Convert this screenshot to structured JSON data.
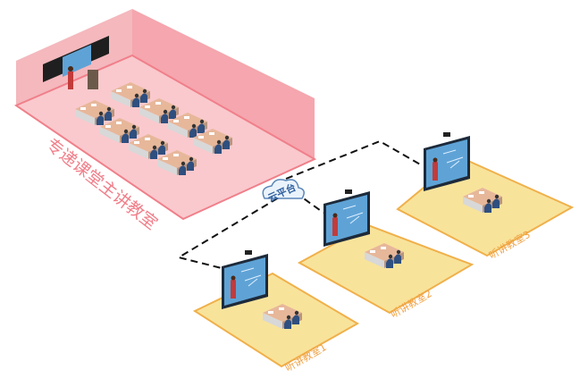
{
  "main_classroom": {
    "label": "专递课堂主讲教室"
  },
  "cloud": {
    "label": "云平台"
  },
  "listening_rooms": [
    {
      "label": "听讲教室1"
    },
    {
      "label": "听讲教室2"
    },
    {
      "label": "听讲教室3"
    }
  ],
  "colors": {
    "main_floor": "#f9c9cd",
    "main_wall": "#f4a9b0",
    "main_label": "#f07f8a",
    "room_floor": "#f8e39b",
    "room_edge": "#f0b04a",
    "room_label": "#f0a040",
    "cloud_text": "#2f5f9e"
  }
}
